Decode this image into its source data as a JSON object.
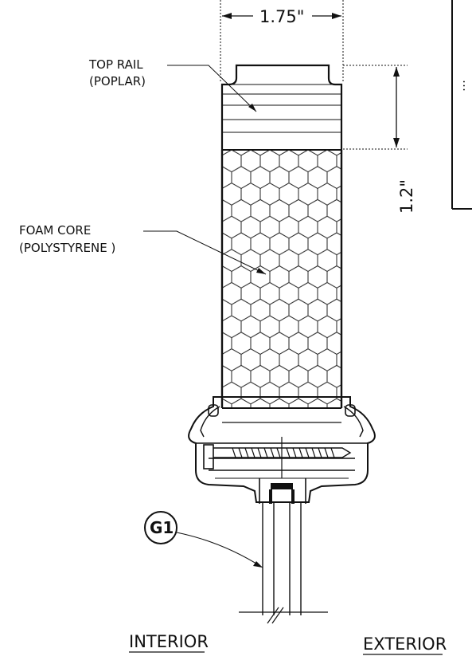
{
  "dimensions": {
    "width_label": "1.75\"",
    "height_label": "1.2\""
  },
  "labels": {
    "top_rail_line1": "TOP RAIL",
    "top_rail_line2": "(POPLAR)",
    "foam_core_line1": "FOAM CORE",
    "foam_core_line2": "(POLYSTYRENE )",
    "tag": "G1",
    "interior": "INTERIOR",
    "exterior": "EXTERIOR"
  }
}
